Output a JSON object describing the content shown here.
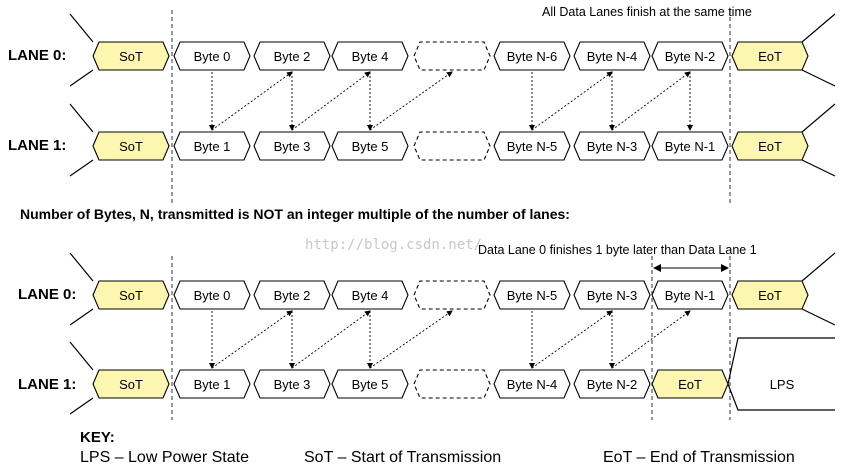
{
  "caption_top": "All Data Lanes finish at the same time",
  "section2_heading": "Number of Bytes, N, transmitted is NOT an integer multiple of the number of lanes:",
  "caption_bottom": "Data Lane 0 finishes 1 byte later than Data Lane 1",
  "watermark": "http://blog.csdn.net/",
  "diagram1": {
    "lane0": {
      "label": "LANE 0:",
      "boxes": [
        "SoT",
        "Byte 0",
        "Byte 2",
        "Byte 4",
        "",
        "Byte N-6",
        "Byte N-4",
        "Byte N-2",
        "EoT"
      ]
    },
    "lane1": {
      "label": "LANE 1:",
      "boxes": [
        "SoT",
        "Byte 1",
        "Byte 3",
        "Byte 5",
        "",
        "Byte N-5",
        "Byte N-3",
        "Byte N-1",
        "EoT"
      ]
    }
  },
  "diagram2": {
    "lane0": {
      "label": "LANE 0:",
      "boxes": [
        "SoT",
        "Byte 0",
        "Byte 2",
        "Byte 4",
        "",
        "Byte N-5",
        "Byte N-3",
        "Byte N-1",
        "EoT"
      ]
    },
    "lane1": {
      "label": "LANE 1:",
      "boxes": [
        "SoT",
        "Byte 1",
        "Byte 3",
        "Byte 5",
        "",
        "Byte N-4",
        "Byte N-2",
        "EoT",
        "LPS"
      ]
    }
  },
  "key": {
    "title": "KEY:",
    "items": [
      "LPS – Low Power State",
      "SoT – Start of Transmission",
      "EoT – End of Transmission"
    ]
  },
  "colors": {
    "highlight": "#fdf6b0",
    "stroke": "#000000"
  }
}
